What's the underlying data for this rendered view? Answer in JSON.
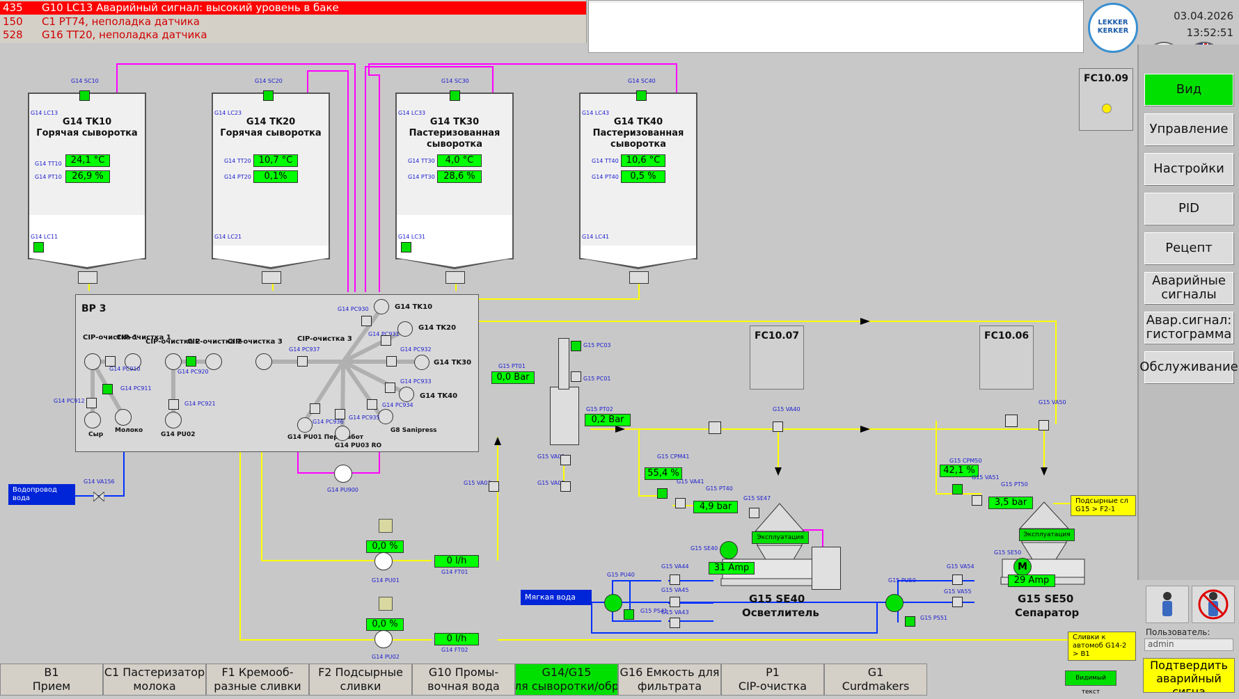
{
  "alarms": [
    {
      "num": "435",
      "text": "G10 LC13 Аварийный сигнал: высокий уровень в баке"
    },
    {
      "num": "150",
      "text": "C1 PT74, неполадка датчика"
    },
    {
      "num": "528",
      "text": "G16 TT20, неполадка датчика"
    }
  ],
  "header": {
    "date": "03.04.2026",
    "time": "13:52:51",
    "logo": "LEKKER KERKER"
  },
  "menu": {
    "items": [
      "Вид",
      "Управление",
      "Настройки",
      "PID",
      "Рецепт",
      "Аварийные сигналы",
      "Авар.сигнал: гистограмма",
      "Обслуживание"
    ]
  },
  "fc": {
    "fc1009": "FC10.09",
    "fc1007": "FC10.07",
    "fc1006": "FC10.06"
  },
  "tanks": [
    {
      "sc": "G14 SC10",
      "lc_top": "G14 LC13",
      "name": "G14 TK10",
      "desc": "Горячая сыворотка",
      "tt": "G14 TT10",
      "tt_val": "24,1 °C",
      "pt": "G14 PT10",
      "pt_val": "26,9 %",
      "lc_bot": "G14 LC11"
    },
    {
      "sc": "G14 SC20",
      "lc_top": "G14 LC23",
      "name": "G14 TK20",
      "desc": "Горячая сыворотка",
      "tt": "G14 TT20",
      "tt_val": "10,7 °C",
      "pt": "G14 PT20",
      "pt_val": "0,1%",
      "lc_bot": "G14 LC21"
    },
    {
      "sc": "G14 SC30",
      "lc_top": "G14 LC33",
      "name": "G14 TK30",
      "desc": "Пастеризованная сыворотка",
      "tt": "G14 TT30",
      "tt_val": "4,0 °C",
      "pt": "G14 PT30",
      "pt_val": "28,6 %",
      "lc_bot": "G14 LC31"
    },
    {
      "sc": "G14 SC40",
      "lc_top": "G14 LC43",
      "name": "G14 TK40",
      "desc": "Пастеризованная сыворотка",
      "tt": "G14 TT40",
      "tt_val": "10,6 °C",
      "pt": "G14 PT40",
      "pt_val": "0,5 %",
      "lc_bot": "G14 LC41"
    }
  ],
  "bp3": {
    "title": "BP 3",
    "cip1": "CIP-очистка 1",
    "cip1b": "CIP-очистка 1",
    "cip2a": "CIP-очистка 2",
    "cip2b": "CIP-очистка 2",
    "cip3a": "CIP-очистка 3",
    "cip3b": "CIP-очистка 3",
    "pc910": "G14 PC910",
    "pc911": "G14 PC911",
    "pc912": "G14 PC912",
    "pc920": "G14 PC920",
    "pc921": "G14 PC921",
    "pc937": "G14 PC937",
    "pc930": "G14 PC930",
    "pc931": "G14 PC931",
    "pc932": "G14 PC932",
    "pc933": "G14 PC933",
    "pc934": "G14 PC934",
    "pc935": "G14 PC935",
    "pc936": "G14 PC936",
    "tk10": "G14 TK10",
    "tk20": "G14 TK20",
    "tk30": "G14 TK30",
    "tk40": "G14 TK40",
    "syr": "Сыр",
    "moloko": "Молоко",
    "pu02": "G14 PU02",
    "pu01": "G14 PU01 Переработ",
    "pu03": "G14 PU03 RO",
    "g8": "G8 Sanipress"
  },
  "water": {
    "label": "Водопровод вода",
    "va156": "G14 VA156",
    "soft": "Мягкая вода"
  },
  "pu900": "G14 PU900",
  "lower": {
    "pu01_val": "0,0 %",
    "pu01": "G14 PU01",
    "ft01_val": "0 l/h",
    "ft01": "G14 FT01",
    "pu02_val": "0,0 %",
    "pu02": "G14 PU02",
    "ft02_val": "0 l/h",
    "ft02": "G14 FT02"
  },
  "g15": {
    "pt01": "G15 PT01",
    "pt01_val": "0,0 Bar",
    "pc03": "G15 PC03",
    "pc01": "G15 PC01",
    "pt02": "G15 PT02",
    "pt02_val": "0,2 Bar",
    "va01": "G15 VA01",
    "va02": "G15 VA02",
    "va03": "G15 VA03",
    "va40": "G15 VA40",
    "va50": "G15 VA50",
    "cpm41": "G15 CPM41",
    "cpm41_val": "55,4 %",
    "va41": "G15 VA41",
    "pt40": "G15 PT40",
    "pt40_val": "4,9 bar",
    "se47": "G15 SE47",
    "se40_tag": "G15 SE40",
    "se40_amp": "31 Amp",
    "expl": "Эксплуатация",
    "se40": "G15 SE40",
    "se40_desc": "Осветлитель",
    "va44": "G15 VA44",
    "va45": "G15 VA45",
    "va43": "G15 VA43",
    "pu40": "G15 PU40",
    "ps41": "G15 PS41",
    "cpm50": "G15 CPM50",
    "cpm50_val": "42,1 %",
    "va51": "G15 VA51",
    "pt50": "G15 PT50",
    "pt50_val": "3,5 bar",
    "se50_tag": "G15 SE50",
    "se50_amp": "29 Amp",
    "se50": "G15 SE50",
    "se50_desc": "Сепаратор",
    "va54": "G15 VA54",
    "va55": "G15 VA55",
    "pu50": "G15 PU50",
    "ps51": "G15 PS51",
    "out1": "Подсырные сл G15 > F2-1",
    "out2": "Сливки к автомоб G14-2 > B1"
  },
  "visible_text": "Видимый текст",
  "user": {
    "label": "Пользователь:",
    "name": "admin",
    "confirm": "Подтвердить аварийный сигна"
  },
  "nav": [
    {
      "l1": "B1",
      "l2": "Прием"
    },
    {
      "l1": "C1 Пастеризатор",
      "l2": "молока"
    },
    {
      "l1": "F1 Кремооб-",
      "l2": "разные сливки"
    },
    {
      "l1": "F2 Подсырные",
      "l2": "сливки"
    },
    {
      "l1": "G10 Промы-",
      "l2": "вочная вода"
    },
    {
      "l1": "G14/G15",
      "l2": "ля сыворотки/обр"
    },
    {
      "l1": "G16 Емкость для",
      "l2": "фильтрата"
    },
    {
      "l1": "P1",
      "l2": "CIP-очистка"
    },
    {
      "l1": "G1",
      "l2": "Curdmakers"
    }
  ],
  "colors": {
    "alarm": "#ff0000",
    "active": "#00e000",
    "pipe_yellow": "#ffff00",
    "pipe_magenta": "#ff00ff",
    "pipe_blue": "#0030ff"
  }
}
